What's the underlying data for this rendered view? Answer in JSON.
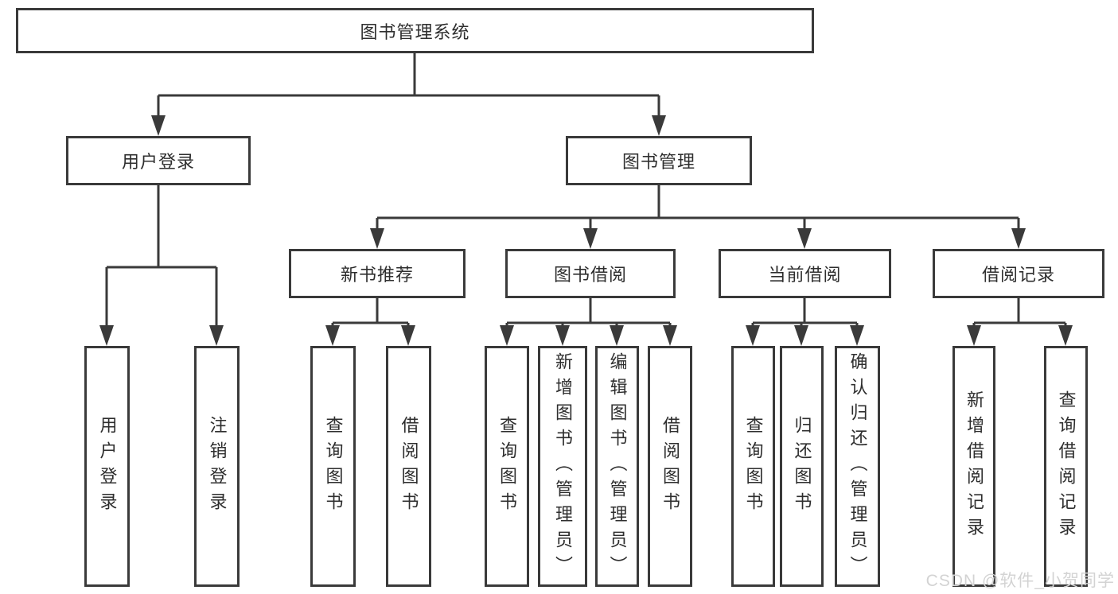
{
  "diagram": {
    "title": "图书管理系统",
    "tree": {
      "label": "图书管理系统",
      "children": [
        {
          "label": "用户登录",
          "children": [
            {
              "label": "用户登录"
            },
            {
              "label": "注销登录"
            }
          ]
        },
        {
          "label": "图书管理",
          "children": [
            {
              "label": "新书推荐",
              "children": [
                {
                  "label": "查询图书"
                },
                {
                  "label": "借阅图书"
                }
              ]
            },
            {
              "label": "图书借阅",
              "children": [
                {
                  "label": "查询图书"
                },
                {
                  "label": "新增图书（管理员）"
                },
                {
                  "label": "编辑图书（管理员）"
                },
                {
                  "label": "借阅图书"
                }
              ]
            },
            {
              "label": "当前借阅",
              "children": [
                {
                  "label": "查询图书"
                },
                {
                  "label": "归还图书"
                },
                {
                  "label": "确认归还（管理员）"
                }
              ]
            },
            {
              "label": "借阅记录",
              "children": [
                {
                  "label": "新增借阅记录"
                },
                {
                  "label": "查询借阅记录"
                }
              ]
            }
          ]
        }
      ]
    }
  },
  "watermark": {
    "text": "CSDN @软件_小贺同学"
  },
  "colors": {
    "line": "#3a3a3a",
    "text": "#2e2e2e",
    "box_background": "#ffffff",
    "page_background": "#ffffff",
    "watermark": "#d3d3d3"
  }
}
